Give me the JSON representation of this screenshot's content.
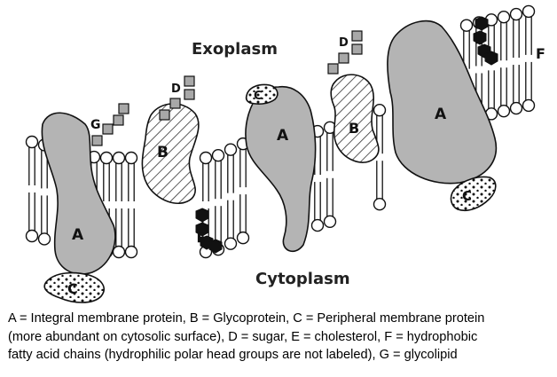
{
  "regions": {
    "exoplasm": "Exoplasm",
    "cytoplasm": "Cytoplasm"
  },
  "part_labels": {
    "integral_protein": "A",
    "glycoprotein": "B",
    "peripheral_protein": "C",
    "sugar": "D",
    "cholesterol": "E",
    "fatty_acid_chains": "F",
    "glycolipid": "G"
  },
  "caption": {
    "line1": "A = Integral membrane protein, B = Glycoprotein, C = Peripheral membrane protein",
    "line2": "(more abundant on cytosolic surface), D = sugar, E = cholesterol, F = hydrophobic",
    "line3": "fatty acid chains (hydrophilic polar head groups are not labeled), G = glycolipid"
  },
  "colors": {
    "protein_fill": "#b4b4b4",
    "sugar_fill": "#a8a8a8",
    "cholesterol_fill": "#111111",
    "outline": "#111111",
    "background": "#ffffff"
  }
}
